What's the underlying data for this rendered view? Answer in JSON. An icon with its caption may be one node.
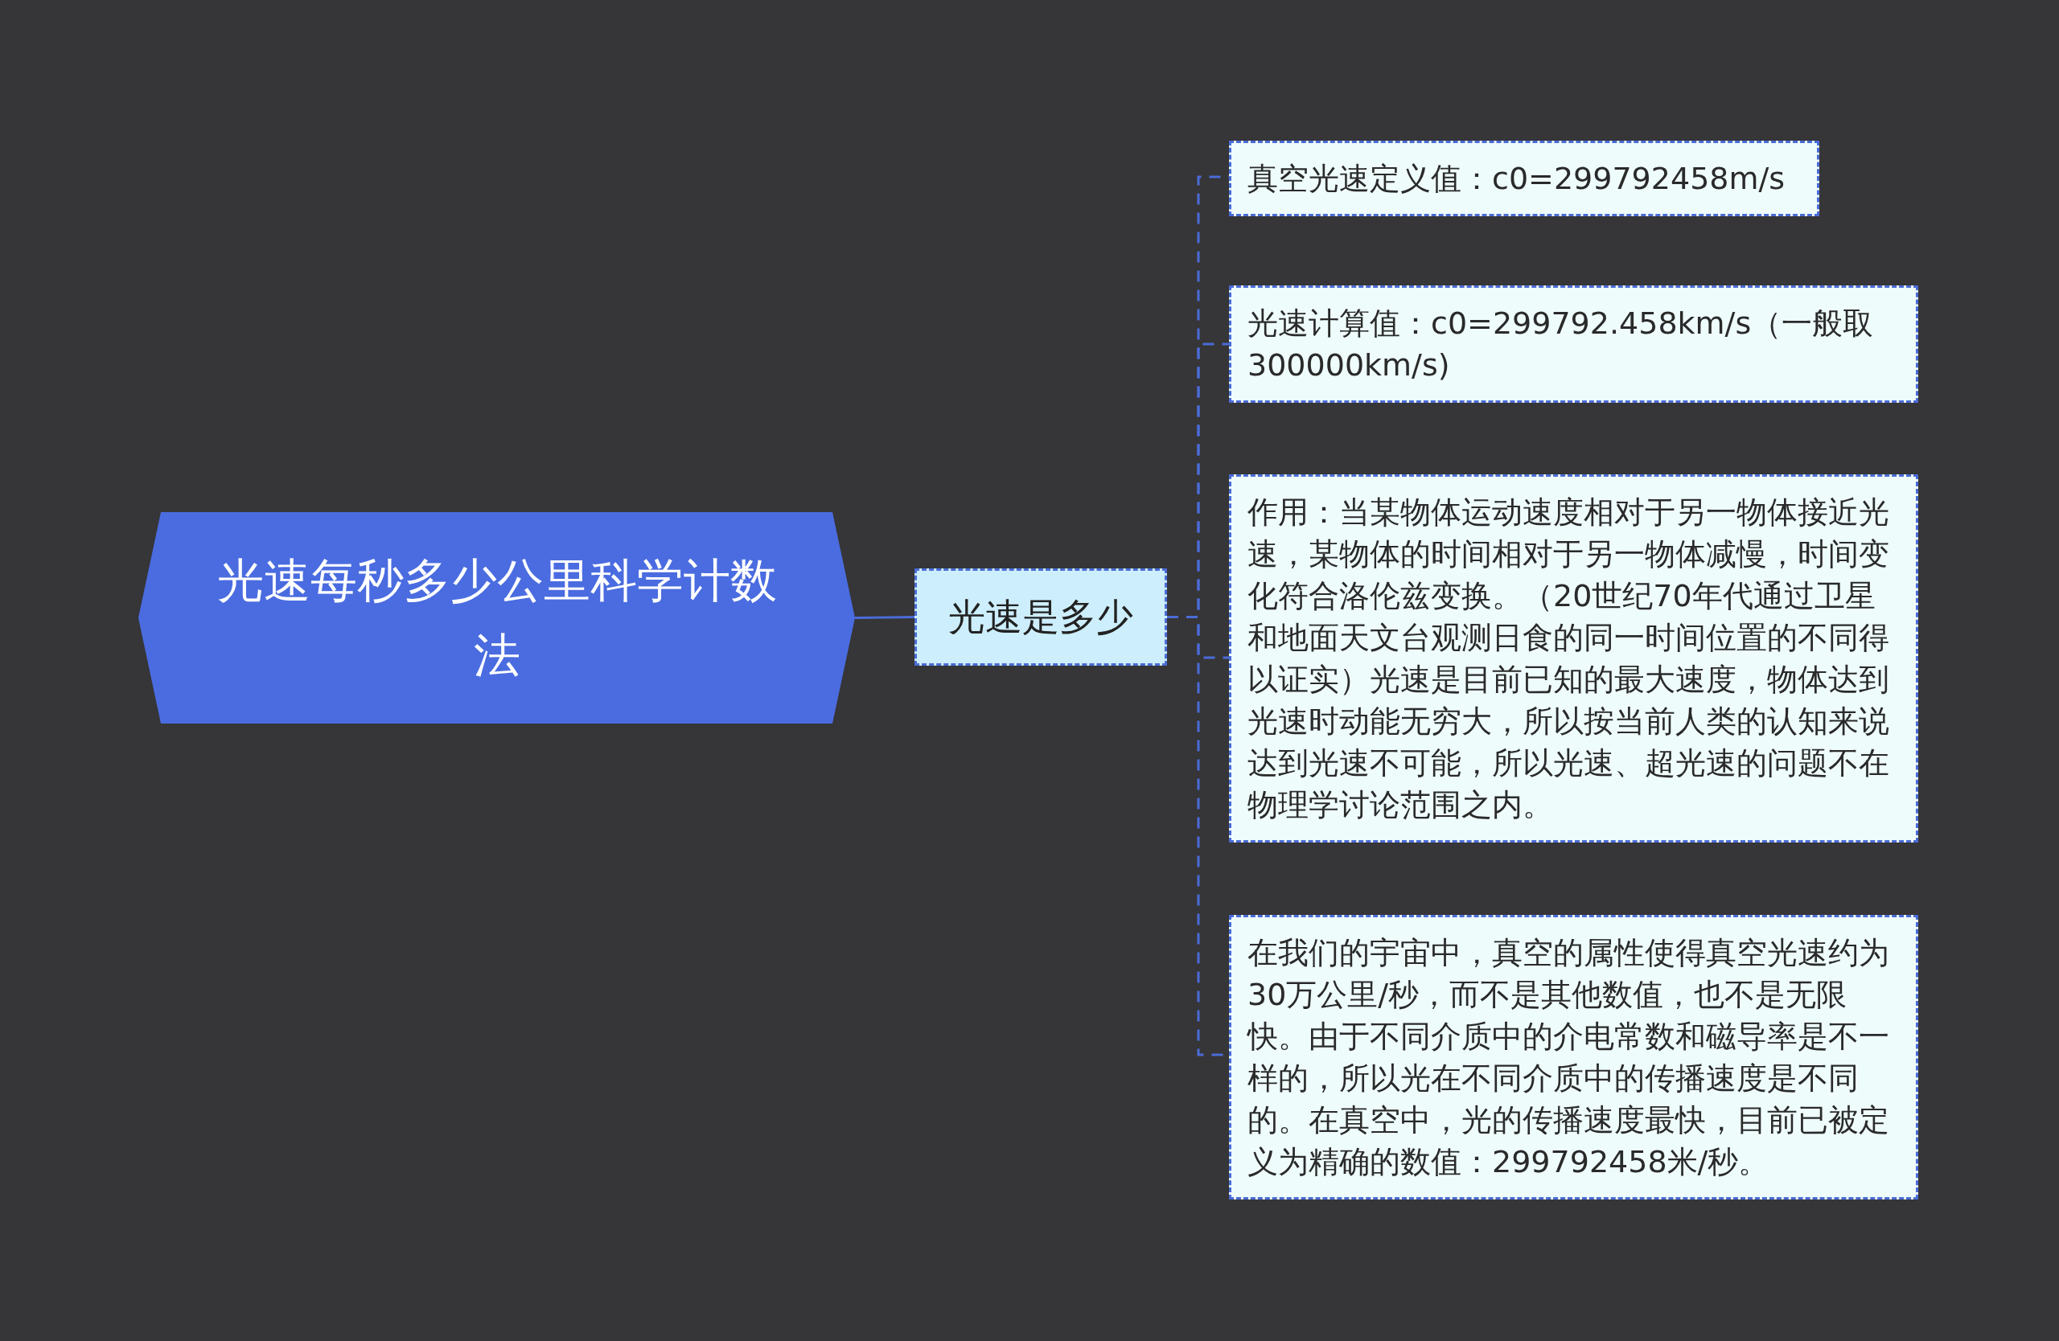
{
  "diagram": {
    "nodes": [
      {
        "text": [
          "光速每秒多少公里科学计数法"
        ]
      },
      {
        "text": [
          "光速是多少"
        ]
      },
      {
        "text": [
          "真空光速定义值：c0=299792458m/s"
        ]
      },
      {
        "text": [
          "光速计算值：c0=299792.458km/s（一般取300000km/s)"
        ]
      },
      {
        "text": [
          "作用：当某物体运动速度相对于另一物体接近光速，某物体的时间相对于另一物体减慢，时间变化符合洛伦兹变换。（20世纪70年代通过卫星和地面天文台观测日食的同一时间位置的不同得以证实）光速是目前已知的最大速度，物体达到光速时动能无穷大，所以按当前人类的认知来说达到光速不可能，所以光速、超光速的问题不在物理学讨论范围之内。"
        ]
      },
      {
        "text": [
          "在我们的宇宙中，真空的属性使得真空光速约为30万公里/秒，而不是其他数值，也不是无限快。由于不同介质中的介电常数和磁导率是不一样的，所以光在不同介质中的传播速度是不同的。在真空中，光的传播速度最快，目前已被定义为精确的数值：299792458米/秒。"
        ]
      }
    ],
    "edges": [
      {
        "from": 0,
        "to": 1,
        "arrow": "none"
      },
      {
        "from": 1,
        "to": 2,
        "arrow": "none",
        "style": "dashed"
      },
      {
        "from": 1,
        "to": 3,
        "arrow": "none",
        "style": "dashed"
      },
      {
        "from": 1,
        "to": 4,
        "arrow": "none",
        "style": "dashed"
      },
      {
        "from": 1,
        "to": 5,
        "arrow": "none",
        "style": "dashed"
      }
    ]
  }
}
